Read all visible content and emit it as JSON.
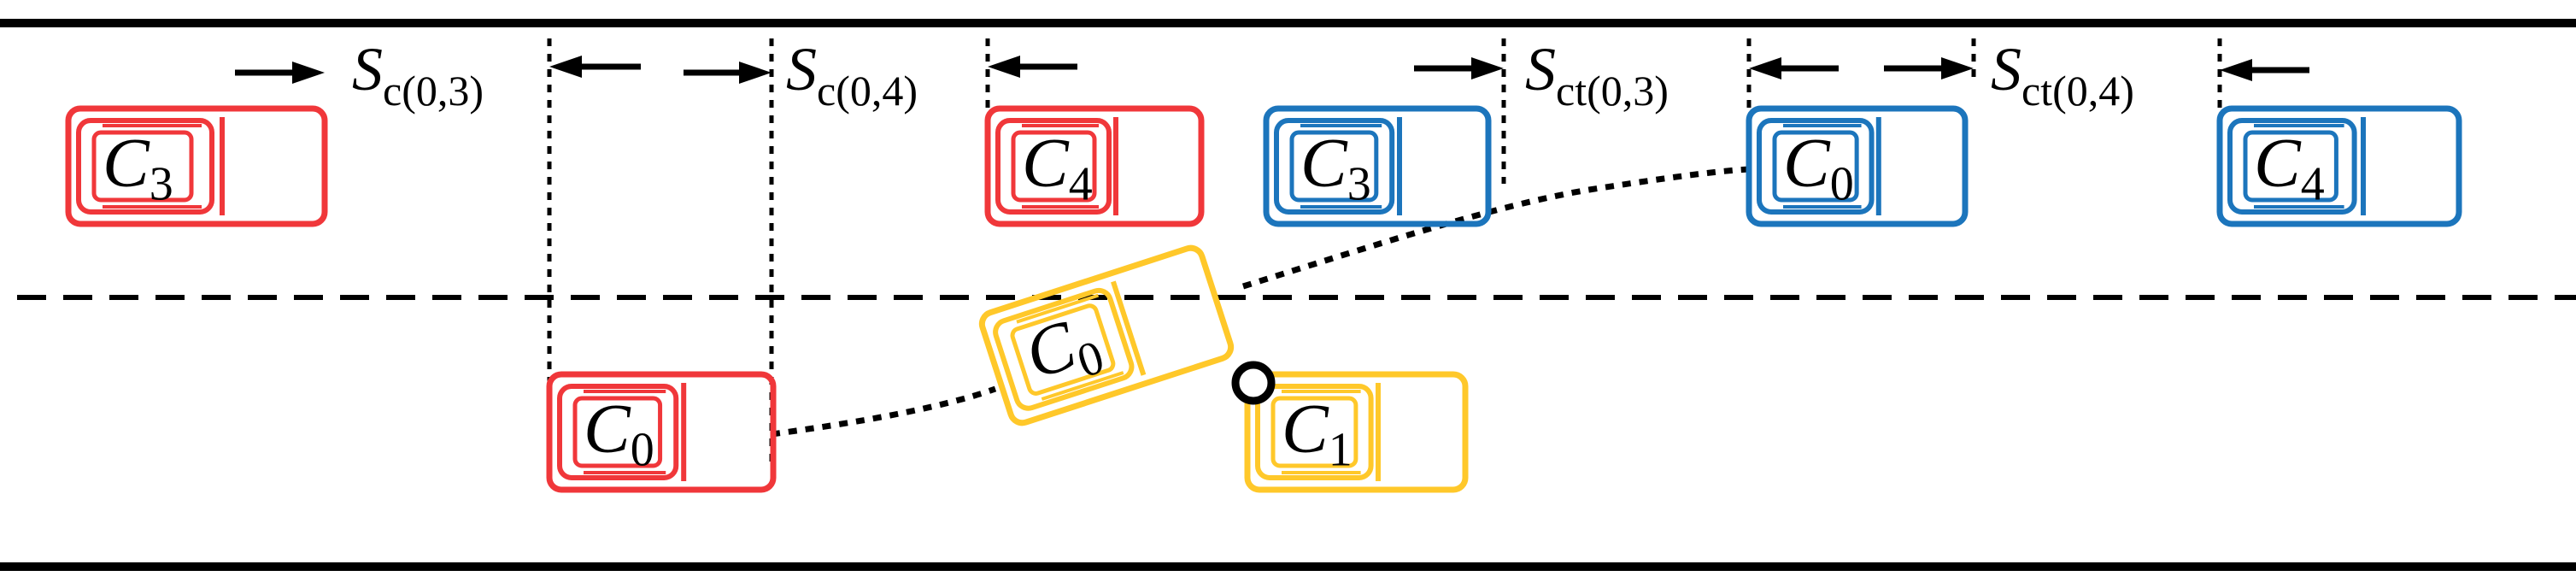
{
  "colors": {
    "current_state": "#f0373a",
    "intermediate_state": "#ffc82a",
    "target_state": "#1c75bc",
    "road": "#000000"
  },
  "vehicles": [
    {
      "id": "c3-current",
      "label": "C",
      "sub": "3",
      "state": "current"
    },
    {
      "id": "c0-current",
      "label": "C",
      "sub": "0",
      "state": "current"
    },
    {
      "id": "c4-current",
      "label": "C",
      "sub": "4",
      "state": "current"
    },
    {
      "id": "c0-changing",
      "label": "C",
      "sub": "0",
      "state": "intermediate"
    },
    {
      "id": "c1",
      "label": "C",
      "sub": "1",
      "state": "intermediate"
    },
    {
      "id": "c3-target",
      "label": "C",
      "sub": "3",
      "state": "target"
    },
    {
      "id": "c0-target",
      "label": "C",
      "sub": "0",
      "state": "target"
    },
    {
      "id": "c4-target",
      "label": "C",
      "sub": "4",
      "state": "target"
    }
  ],
  "gaps": [
    {
      "id": "sc03",
      "label": "S",
      "sub": "c(0,3)"
    },
    {
      "id": "sc04",
      "label": "S",
      "sub": "c(0,4)"
    },
    {
      "id": "sct03",
      "label": "S",
      "sub": "ct(0,3)"
    },
    {
      "id": "sct04",
      "label": "S",
      "sub": "ct(0,4)"
    }
  ]
}
